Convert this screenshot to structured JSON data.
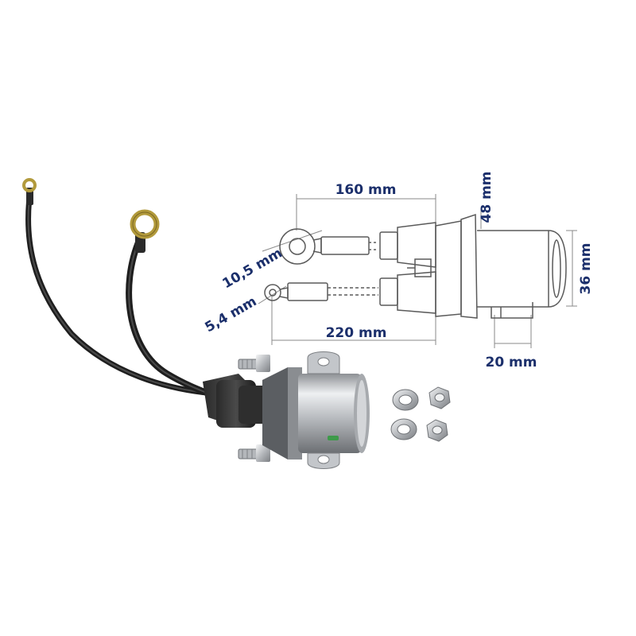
{
  "dimensions": {
    "length_short": "160 mm",
    "length_long": "220 mm",
    "ring_large": "10,5 mm",
    "ring_small": "5,4 mm",
    "body_height": "48 mm",
    "body_diameter": "36 mm",
    "bracket_width": "20 mm"
  },
  "colors": {
    "dimension_text": "#1b2f6b",
    "line_art": "#5a5a5a",
    "dimension_line": "#8a8a8a",
    "cable": "#1e1e1e",
    "metal": "#c9cbce",
    "ring_terminal": "#b29a3c"
  }
}
